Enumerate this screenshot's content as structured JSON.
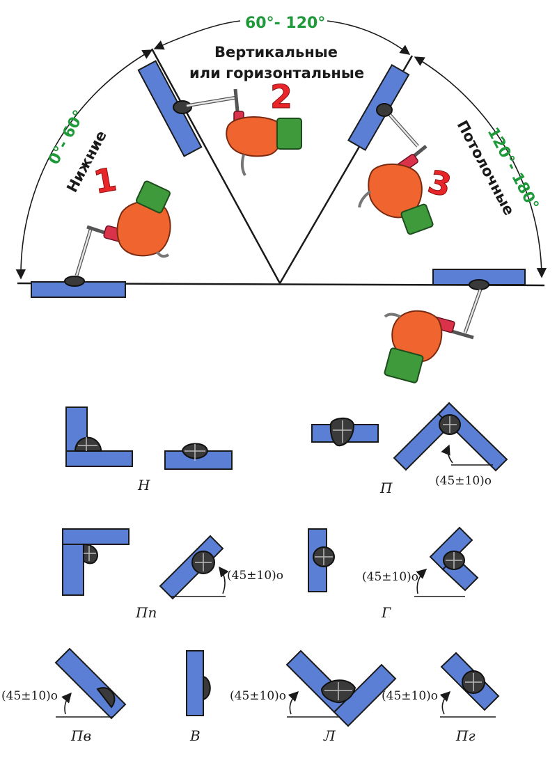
{
  "top": {
    "range_low": "0°- 60°",
    "range_mid": "60°- 120°",
    "range_high": "120°- 180°",
    "pos_low": "Нижние",
    "pos_mid_line1": "Вертикальные",
    "pos_mid_line2": "или горизонтальные",
    "pos_high": "Потолочные",
    "num_1": "1",
    "num_2": "2",
    "num_3": "3"
  },
  "positions": {
    "H": "Н",
    "P": "П",
    "Pp": "Пп",
    "G": "Г",
    "Pv": "Пв",
    "V": "В",
    "L": "Л",
    "Pg": "Пг"
  },
  "angle_label": "(45±10)о",
  "colors": {
    "plate": "#5b7fd4",
    "range_text": "#1f9a3a",
    "number": "#e8262a",
    "glove": "#f0652f",
    "cuff": "#3e9a3a"
  }
}
